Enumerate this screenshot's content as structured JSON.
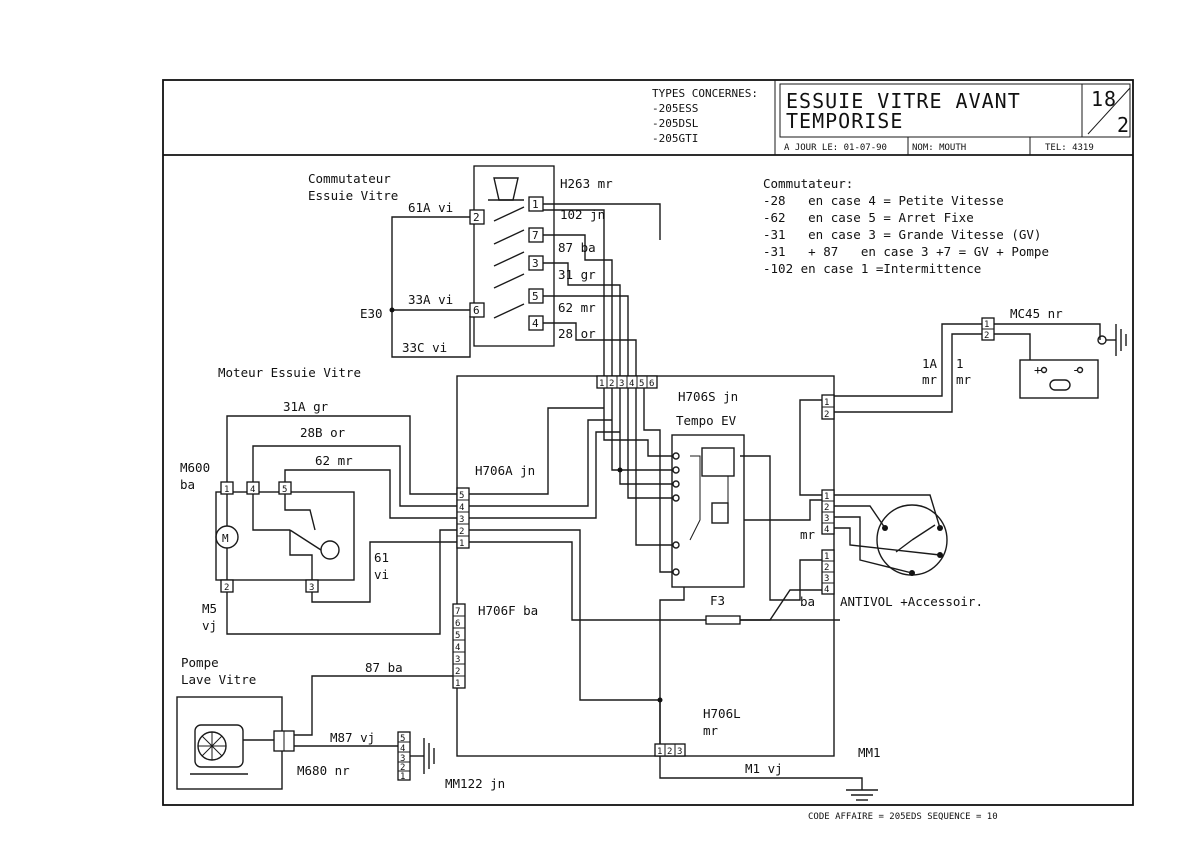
{
  "title_block": {
    "types_label": "TYPES CONCERNES:",
    "types": [
      "-205ESS",
      "-205DSL",
      "-205GTI"
    ],
    "title_line1": "ESSUIE VITRE AVANT",
    "title_line2": "TEMPORISE",
    "sheet_top": "18",
    "sheet_bottom": "2",
    "date": "A JOUR LE: 01-07-90",
    "name": "NOM: MOUTH",
    "tel": "TEL: 4319"
  },
  "notes": {
    "heading": "Commutateur:",
    "lines": [
      "-28   en case 4 = Petite Vitesse",
      "-62   en case 5 = Arret Fixe",
      "-31   en case 3 = Grande Vitesse (GV)",
      "-31   + 87   en case 3 +7 = GV + Pompe",
      "-102 en case 1 =Intermittence"
    ]
  },
  "components": {
    "switch_name_1": "Commutateur",
    "switch_name_2": "Essuie Vitre",
    "switch_connector": "H263 mr",
    "switch_pins": [
      "1",
      "7",
      "3",
      "5",
      "4",
      "2",
      "6"
    ],
    "e30": "E30",
    "motor_title": "Moteur Essuie Vitre",
    "m600_1": "M600",
    "m600_2": "ba",
    "motor_pins": [
      "1",
      "4",
      "5",
      "2",
      "3"
    ],
    "motor_symbol": "M",
    "m5_1": "M5",
    "m5_2": "vj",
    "pump_1": "Pompe",
    "pump_2": "Lave Vitre",
    "m680": "M680 nr",
    "mm122": "MM122 jn",
    "tempo_1": "H706S jn",
    "tempo_2": "Tempo EV",
    "h706a": "H706A jn",
    "h706f": "H706F ba",
    "h706l_1": "H706L",
    "h706l_2": "mr",
    "f3": "F3",
    "antivol": "ANTIVOL +Accessoir.",
    "mc45": "MC45 nr",
    "mm1": "MM1",
    "battery_plus": "+",
    "battery_minus": "-",
    "code": "CODE AFFAIRE = 205EDS SEQUENCE = 10"
  },
  "wires": {
    "w61a": "61A vi",
    "w102": "102 jn",
    "w87": "87 ba",
    "w31": "31 gr",
    "w33a": "33A vi",
    "w62": "62 mr",
    "w28": "28 or",
    "w33c": "33C vi",
    "w31a": "31A gr",
    "w28b": "28B or",
    "w62m": "62 mr",
    "w61_1": "61",
    "w61_2": "vi",
    "w87p": "87 ba",
    "wm87": "M87 vj",
    "wm1": "M1 vj",
    "w1a_1": "1A",
    "w1a_2": "mr",
    "w1_1": "1",
    "w1_2": "mr",
    "wmr": "mr",
    "wba": "ba"
  },
  "connectors": {
    "top": [
      "1",
      "2",
      "3",
      "4",
      "5",
      "6"
    ],
    "a": [
      "5",
      "4",
      "3",
      "2",
      "1"
    ],
    "f": [
      "1",
      "2",
      "3",
      "4",
      "5",
      "6",
      "7"
    ],
    "l": [
      "1",
      "2",
      "3"
    ],
    "r1": [
      "1",
      "2"
    ],
    "r2": [
      "1",
      "2",
      "3",
      "4"
    ],
    "r3": [
      "1",
      "2",
      "3",
      "4"
    ],
    "mc45": [
      "1",
      "2"
    ],
    "mm122": [
      "1",
      "2",
      "3",
      "4",
      "5"
    ]
  }
}
